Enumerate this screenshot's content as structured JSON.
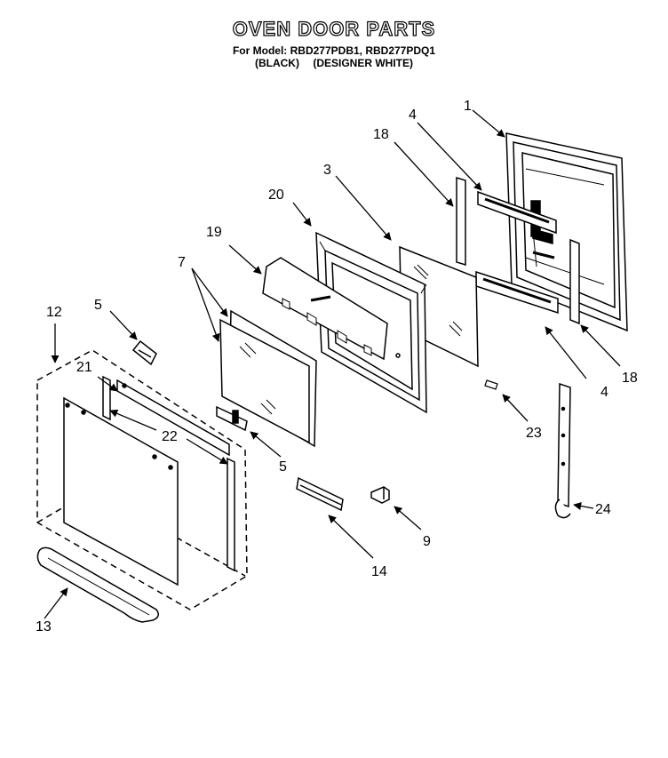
{
  "title": "OVEN DOOR PARTS",
  "model_line": "For Model: RBD277PDB1, RBD277PDQ1",
  "variants": [
    "(BLACK)",
    "(DESIGNER WHITE)"
  ],
  "callouts": {
    "c1": "1",
    "c3": "3",
    "c4a": "4",
    "c4b": "4",
    "c5a": "5",
    "c5b": "5",
    "c7": "7",
    "c9": "9",
    "c12": "12",
    "c13": "13",
    "c14": "14",
    "c18a": "18",
    "c18b": "18",
    "c19": "19",
    "c20": "20",
    "c21": "21",
    "c22": "22",
    "c23": "23",
    "c24": "24"
  }
}
